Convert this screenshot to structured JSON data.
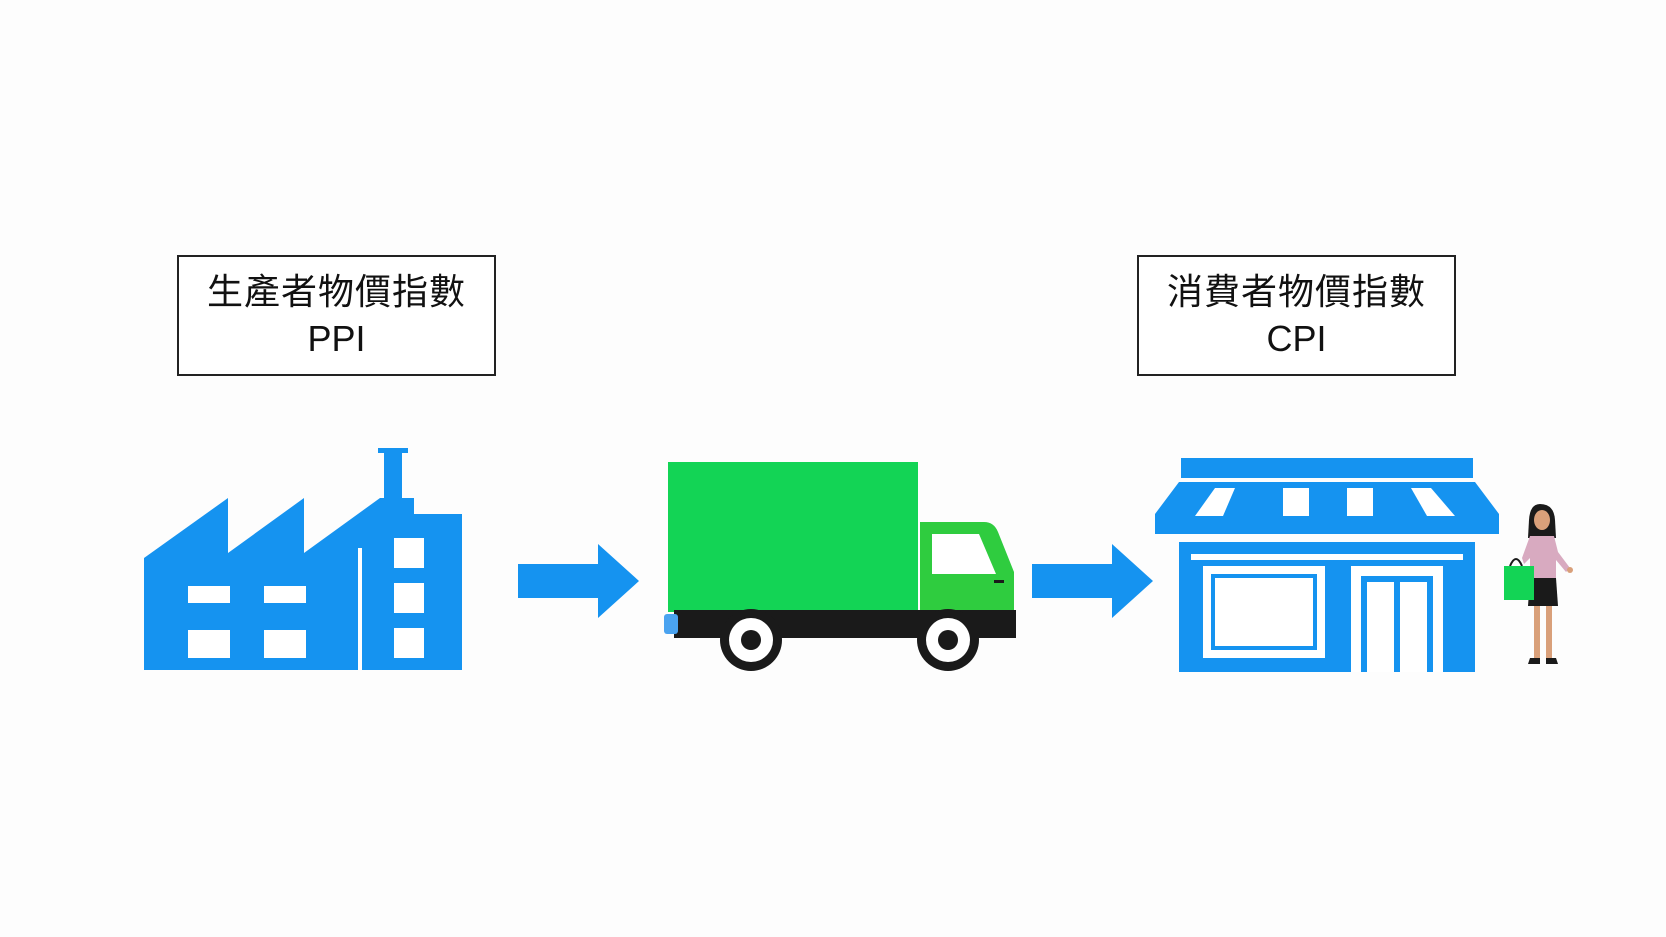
{
  "labels": {
    "ppi": {
      "name": "生產者物價指數",
      "abbr": "PPI"
    },
    "cpi": {
      "name": "消費者物價指數",
      "abbr": "CPI"
    }
  },
  "icons": [
    "factory-icon",
    "arrow-right-icon",
    "truck-icon",
    "arrow-right-icon",
    "store-icon",
    "shopper-icon"
  ],
  "colors": {
    "blue": "#1593f0",
    "green": "#13d455",
    "truck_cab": "#2fcc3f",
    "dark": "#1a1a1a"
  }
}
